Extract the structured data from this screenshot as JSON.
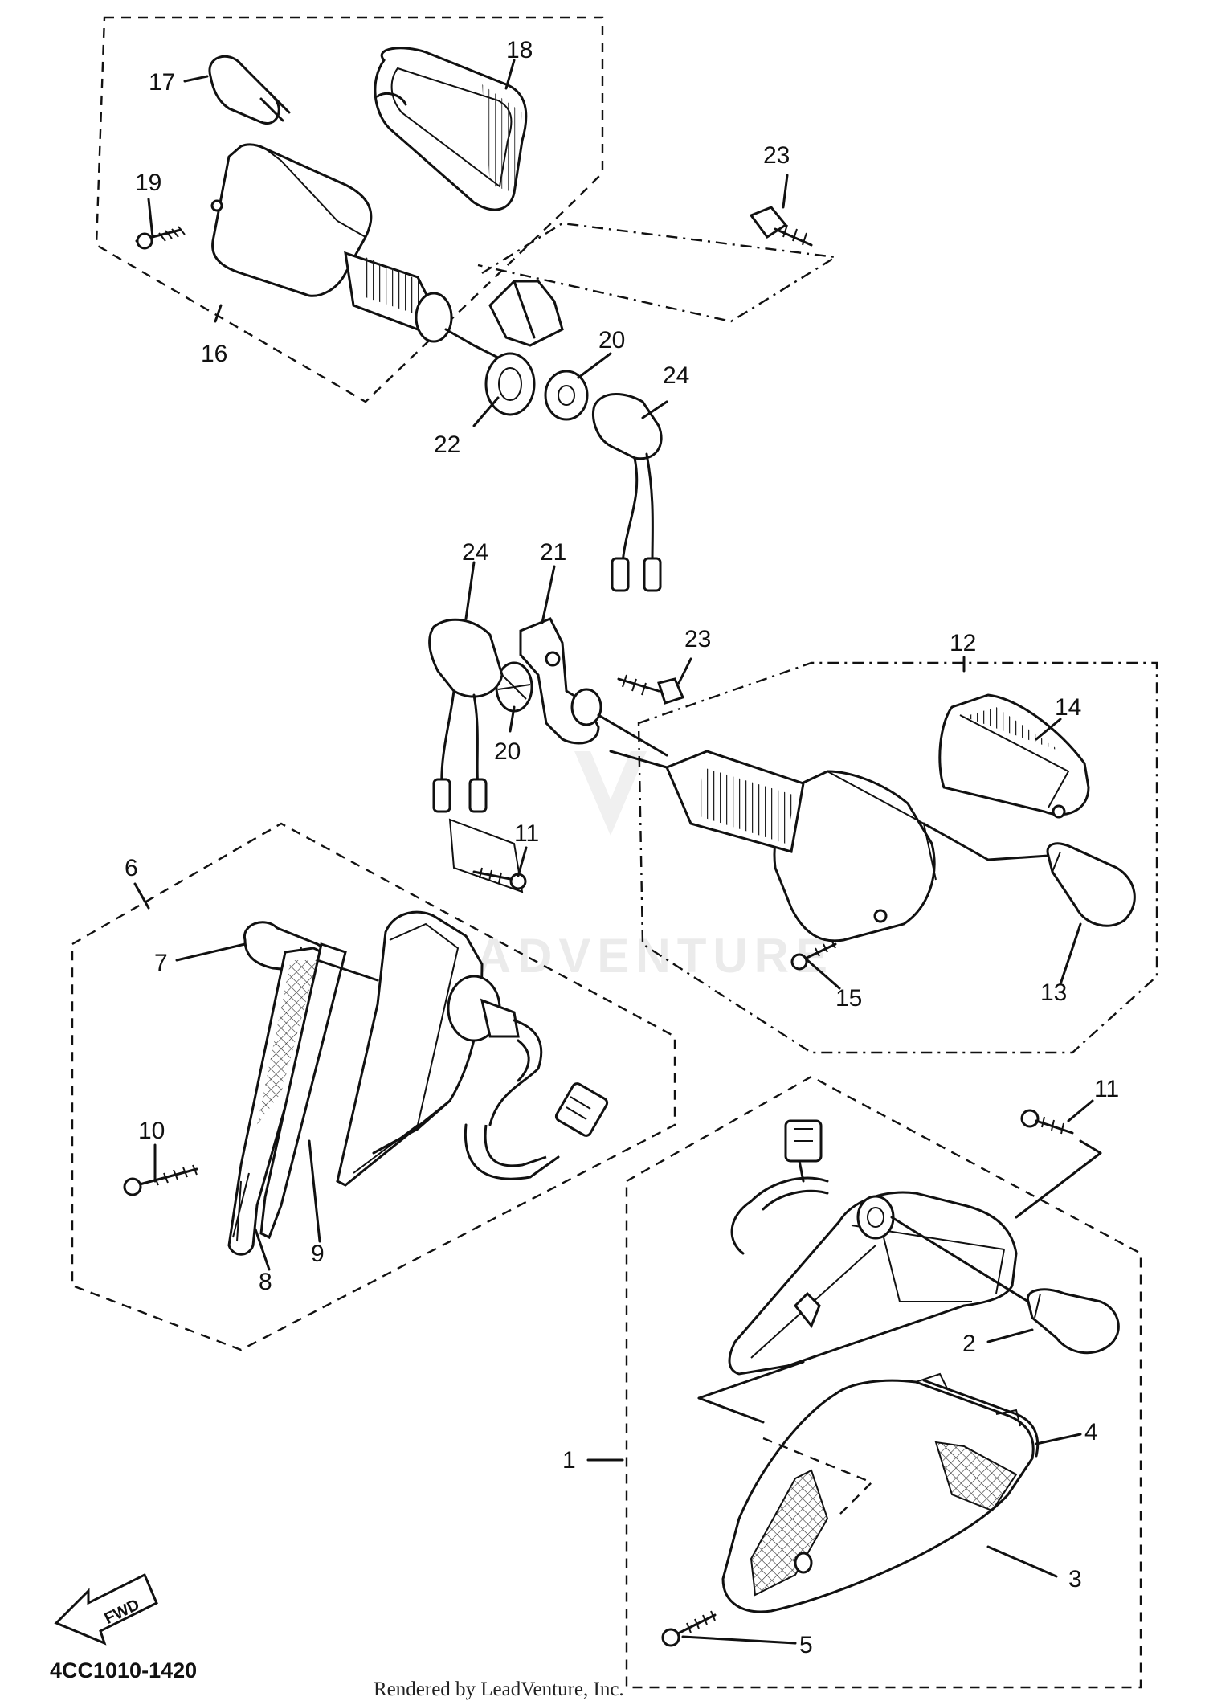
{
  "callouts": [
    {
      "id": "1",
      "text": "1"
    },
    {
      "id": "2",
      "text": "2"
    },
    {
      "id": "3",
      "text": "3"
    },
    {
      "id": "4",
      "text": "4"
    },
    {
      "id": "5",
      "text": "5"
    },
    {
      "id": "6",
      "text": "6"
    },
    {
      "id": "7",
      "text": "7"
    },
    {
      "id": "8",
      "text": "8"
    },
    {
      "id": "9",
      "text": "9"
    },
    {
      "id": "10",
      "text": "10"
    },
    {
      "id": "11a",
      "text": "11"
    },
    {
      "id": "11b",
      "text": "11"
    },
    {
      "id": "12",
      "text": "12"
    },
    {
      "id": "13",
      "text": "13"
    },
    {
      "id": "14",
      "text": "14"
    },
    {
      "id": "15",
      "text": "15"
    },
    {
      "id": "16",
      "text": "16"
    },
    {
      "id": "17",
      "text": "17"
    },
    {
      "id": "18",
      "text": "18"
    },
    {
      "id": "19",
      "text": "19"
    },
    {
      "id": "20a",
      "text": "20"
    },
    {
      "id": "20b",
      "text": "20"
    },
    {
      "id": "21",
      "text": "21"
    },
    {
      "id": "22",
      "text": "22"
    },
    {
      "id": "23a",
      "text": "23"
    },
    {
      "id": "23b",
      "text": "23"
    },
    {
      "id": "24a",
      "text": "24"
    },
    {
      "id": "24b",
      "text": "24"
    }
  ],
  "diagram_code": "4CC1010-1420",
  "credit": "Rendered by LeadVenture, Inc.",
  "direction_label": "FWD",
  "watermark_text": "LEADVENTURE"
}
